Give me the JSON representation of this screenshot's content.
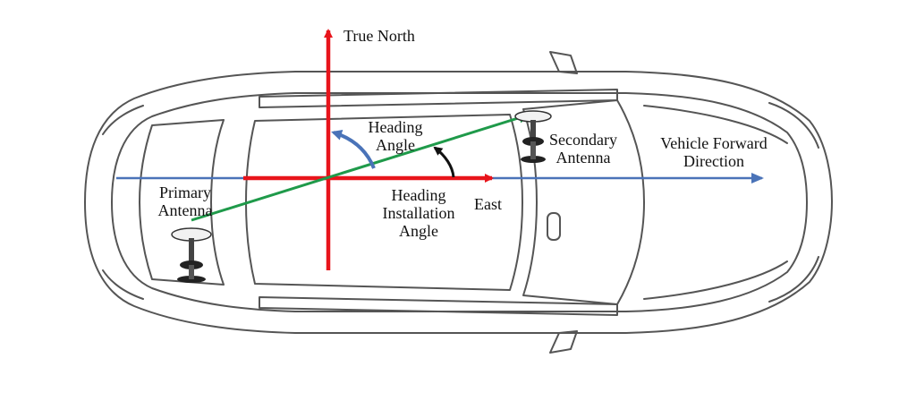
{
  "labels": {
    "true_north": "True North",
    "east": "East",
    "heading_angle": [
      "Heading",
      "Angle"
    ],
    "heading_installation_angle": [
      "Heading",
      "Installation",
      "Angle"
    ],
    "primary_antenna": [
      "Primary",
      "Antenna"
    ],
    "secondary_antenna": [
      "Secondary",
      "Antenna"
    ],
    "vehicle_forward_direction": [
      "Vehicle Forward",
      "Direction"
    ]
  },
  "colors": {
    "north_east_axes": "#e8141b",
    "baseline": "#1f9a4a",
    "forward_axis": "#4a73b8",
    "heading_arc": "#4a73b8",
    "installation_arc": "#111111",
    "car_outline": "#555555"
  },
  "icons": {
    "antenna": "antenna-icon",
    "car": "car-top-view-outline"
  }
}
